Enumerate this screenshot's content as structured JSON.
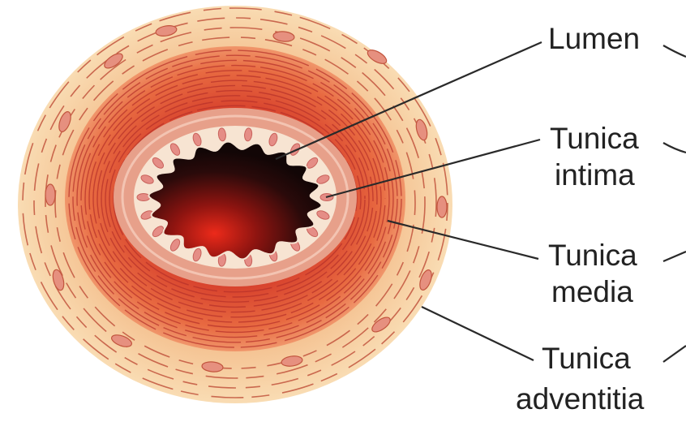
{
  "diagram": {
    "labels": {
      "lumen": "Lumen",
      "intima_line1": "Tunica",
      "intima_line2": "intima",
      "media_line1": "Tunica",
      "media_line2": "media",
      "adventitia_line1": "Tunica",
      "adventitia_line2": "adventitia"
    },
    "colors": {
      "adventitia": "#f6cf9d",
      "adventitia_dash": "#c2553e",
      "media_outer": "#e8784c",
      "media_inner": "#d84a33",
      "media_lines": "#b52f2a",
      "elastic_band": "#eaa38e",
      "intima": "#f7e6d4",
      "nuclei": "#e58d86",
      "lumen_dark": "#140708",
      "lumen_glow": "#e2271b",
      "leader": "#2a2a2a"
    }
  }
}
